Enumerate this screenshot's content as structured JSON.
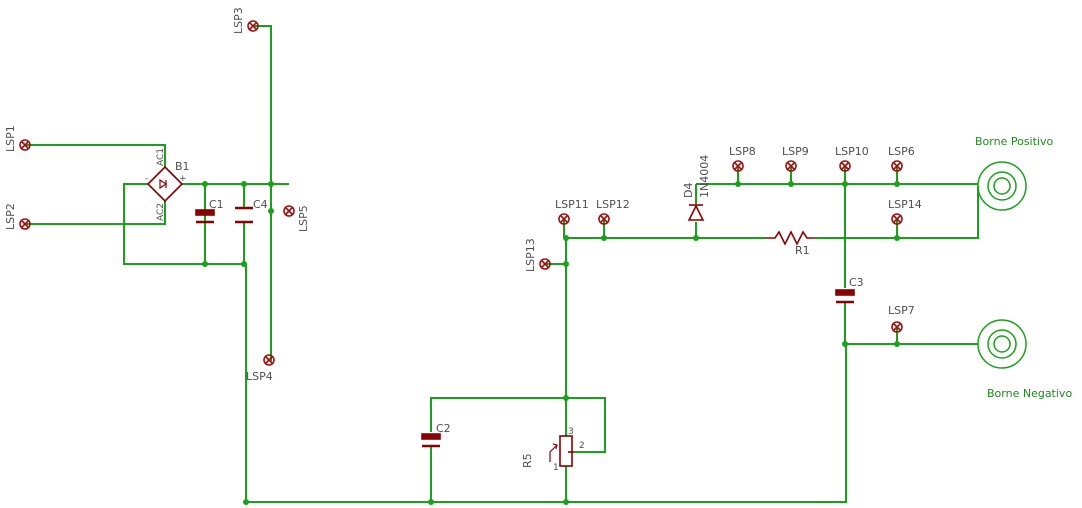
{
  "colors": {
    "wire": "#1aa01a",
    "part": "#8b0000",
    "pad": "#a01010",
    "junction": "#1aa01a",
    "text": "#4f4f4f",
    "terminal": "#1d8a1d",
    "background": "#ffffff"
  },
  "labels": {
    "lsp1": "LSP1",
    "lsp2": "LSP2",
    "lsp3": "LSP3",
    "lsp4": "LSP4",
    "lsp5": "LSP5",
    "lsp6": "LSP6",
    "lsp7": "LSP7",
    "lsp8": "LSP8",
    "lsp9": "LSP9",
    "lsp10": "LSP10",
    "lsp11": "LSP11",
    "lsp12": "LSP12",
    "lsp13": "LSP13",
    "lsp14": "LSP14",
    "b1": "B1",
    "ac1": "AC1",
    "ac2": "AC2",
    "minus": "-",
    "plus": "+",
    "c1": "C1",
    "c2": "C2",
    "c3": "C3",
    "c4": "C4",
    "d4": "D4",
    "d4_value": "1N4004",
    "r1": "R1",
    "r5": "R5",
    "pin1": "1",
    "pin2": "2",
    "pin3": "3",
    "borne_positivo": "Borne Positivo",
    "borne_negativo": "Borne Negativo"
  }
}
